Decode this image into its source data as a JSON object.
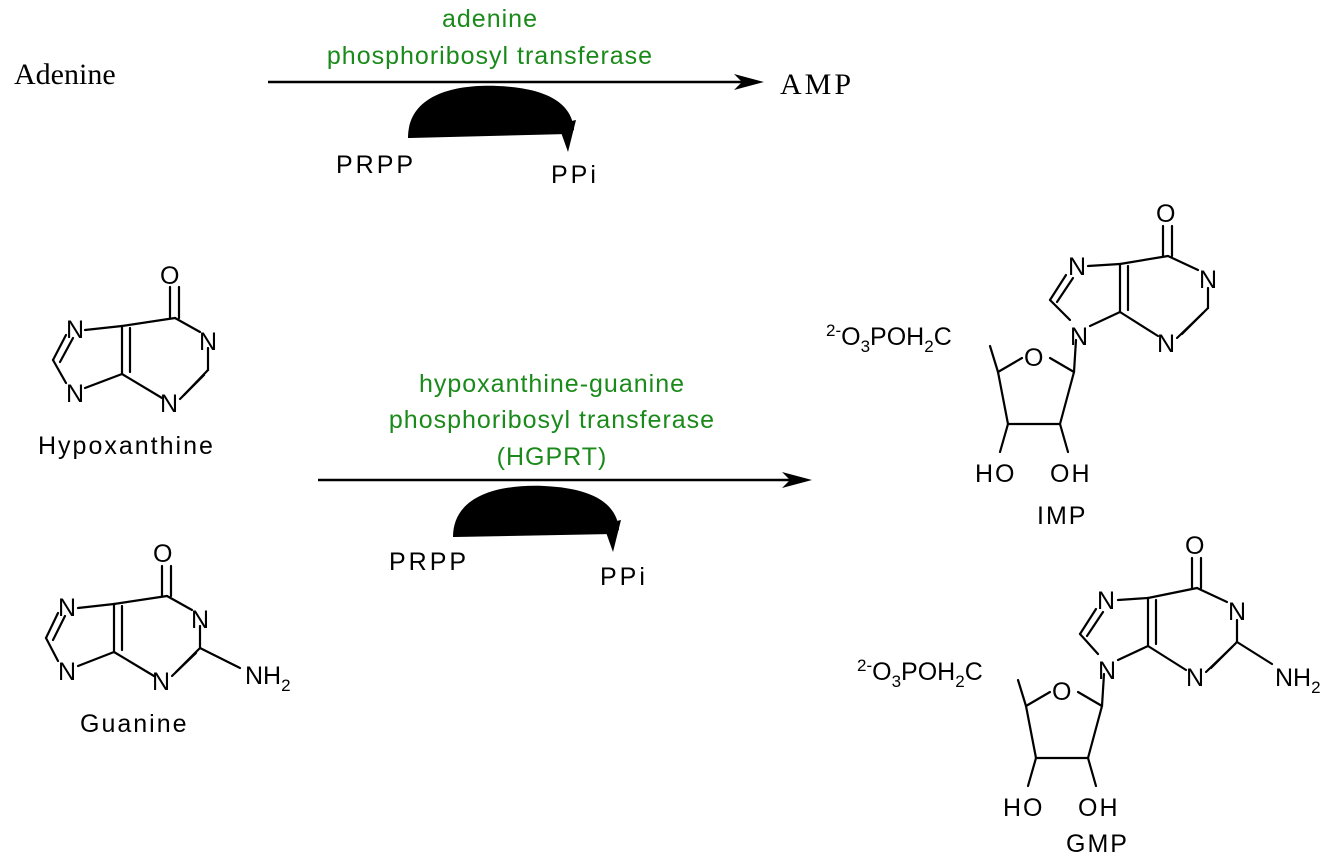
{
  "reaction1": {
    "substrate": "Adenine",
    "enzyme_line1": "adenine",
    "enzyme_line2": "phosphoribosyl transferase",
    "product": "AMP",
    "cosubstrate": "PRPP",
    "byproduct": "PPi"
  },
  "reaction2": {
    "enzyme_line1": "hypoxanthine-guanine",
    "enzyme_line2": "phosphoribosyl transferase",
    "enzyme_line3": "(HGPRT)",
    "cosubstrate": "PRPP",
    "byproduct": "PPi"
  },
  "hypoxanthine": {
    "name": "Hypoxanthine",
    "O": "O",
    "N1": "N",
    "N3": "N",
    "N7": "N",
    "N9": "N"
  },
  "guanine": {
    "name": "Guanine",
    "O": "O",
    "N1": "N",
    "N3": "N",
    "N7": "N",
    "N9": "N",
    "amine": "NH",
    "amine_sub": "2"
  },
  "imp": {
    "name": "IMP",
    "O": "O",
    "N1": "N",
    "N3": "N",
    "N7": "N",
    "N9": "N",
    "ring_O": "O",
    "charge": "2-",
    "phosphate_a": "O",
    "sub3": "3",
    "phosphate_b": "POH",
    "sub2": "2",
    "phosphate_c": "C",
    "ho": "HO",
    "oh": "OH"
  },
  "gmp": {
    "name": "GMP",
    "O": "O",
    "N1": "N",
    "N3": "N",
    "N7": "N",
    "N9": "N",
    "amine": "NH",
    "amine_sub": "2",
    "ring_O": "O",
    "charge": "2-",
    "phosphate_a": "O",
    "sub3": "3",
    "phosphate_b": "POH",
    "sub2": "2",
    "phosphate_c": "C",
    "ho": "HO",
    "oh": "OH"
  },
  "colors": {
    "enzyme": "#1a8a1a",
    "text": "#000000"
  }
}
